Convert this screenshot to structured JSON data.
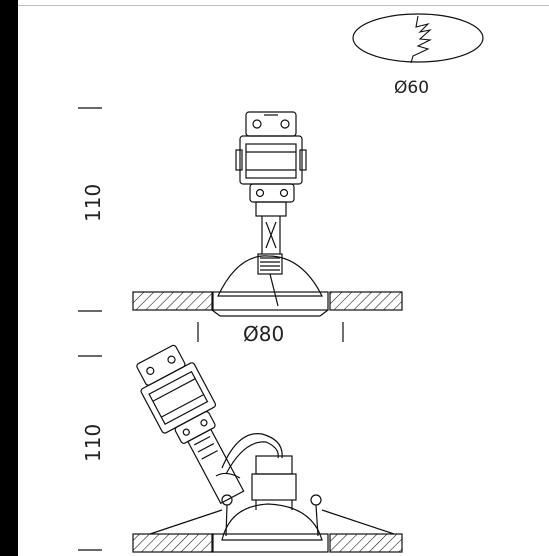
{
  "dimensions": {
    "cutout_diameter": "Ø60",
    "outer_diameter": "Ø80",
    "height_top": "110",
    "height_bottom": "110"
  },
  "colors": {
    "line": "#111111",
    "background": "#ffffff"
  }
}
